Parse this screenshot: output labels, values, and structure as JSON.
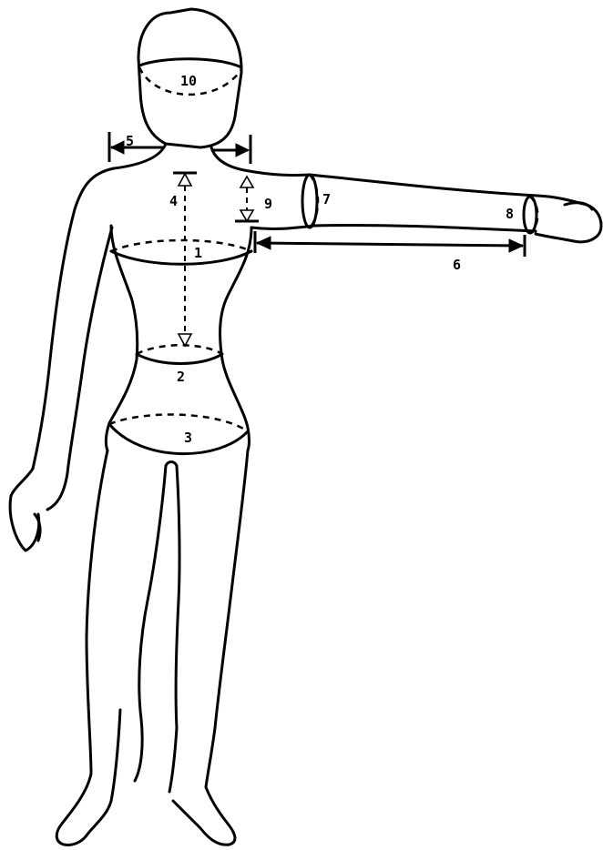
{
  "diagram": {
    "labels": {
      "bust": "1",
      "waist": "2",
      "hip": "3",
      "front_length": "4",
      "shoulder": "5",
      "arm_length": "6",
      "upper_arm": "7",
      "wrist": "8",
      "armhole_depth": "9",
      "head": "10"
    }
  }
}
